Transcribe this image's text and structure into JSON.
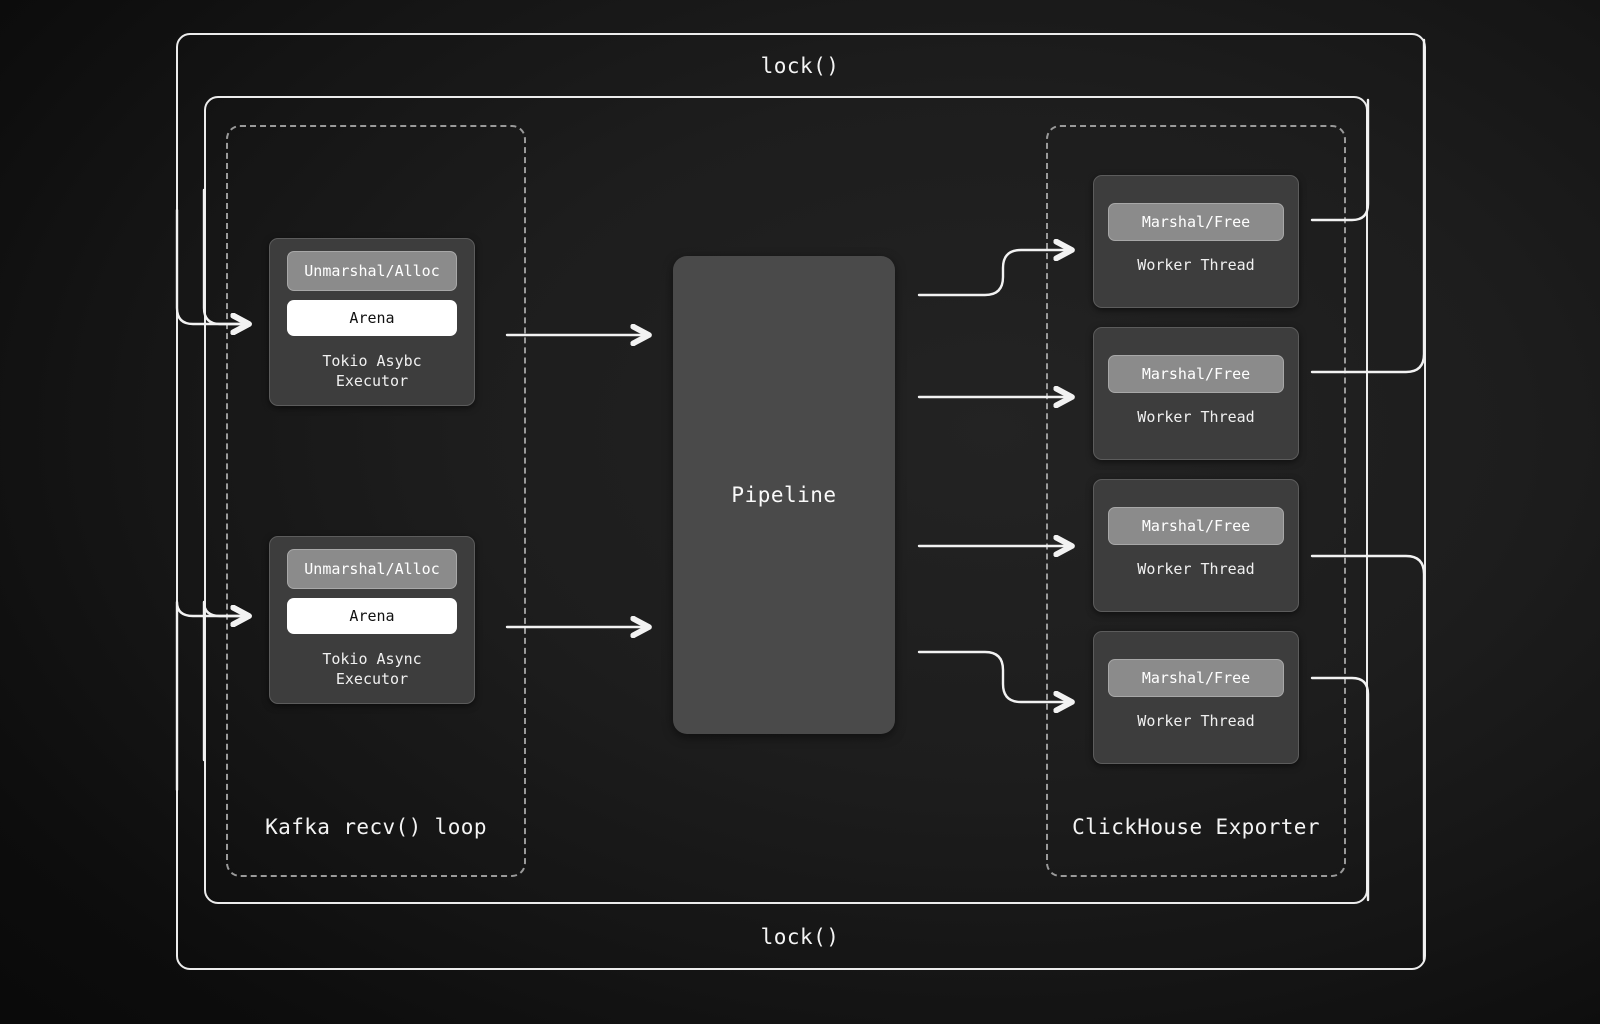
{
  "frames": {
    "lock_top_label": "lock()",
    "lock_bottom_label": "lock()"
  },
  "groups": [
    {
      "id": "kafka",
      "label": "Kafka recv() loop"
    },
    {
      "id": "clickhouse",
      "label": "ClickHouse Exporter"
    }
  ],
  "executors": [
    {
      "alloc_label": "Unmarshal/Alloc",
      "arena_label": "Arena",
      "caption": "Tokio Asybc\nExecutor"
    },
    {
      "alloc_label": "Unmarshal/Alloc",
      "arena_label": "Arena",
      "caption": "Tokio Async\nExecutor"
    }
  ],
  "pipeline": {
    "label": "Pipeline"
  },
  "workers": [
    {
      "pill_label": "Marshal/Free",
      "caption": "Worker Thread"
    },
    {
      "pill_label": "Marshal/Free",
      "caption": "Worker Thread"
    },
    {
      "pill_label": "Marshal/Free",
      "caption": "Worker Thread"
    },
    {
      "pill_label": "Marshal/Free",
      "caption": "Worker Thread"
    }
  ],
  "colors": {
    "background_dark": "#0d0d0d",
    "background_light": "#232323",
    "frame_stroke": "#ececec",
    "dashed_stroke": "#9a9a9a",
    "card_fill": "#3d3d3d",
    "card_stroke": "#5c5c5c",
    "pill_fill": "#8b8b8b",
    "arena_fill": "#ffffff",
    "pipeline_fill": "#4a4a4a",
    "text": "#f2f2f2"
  }
}
